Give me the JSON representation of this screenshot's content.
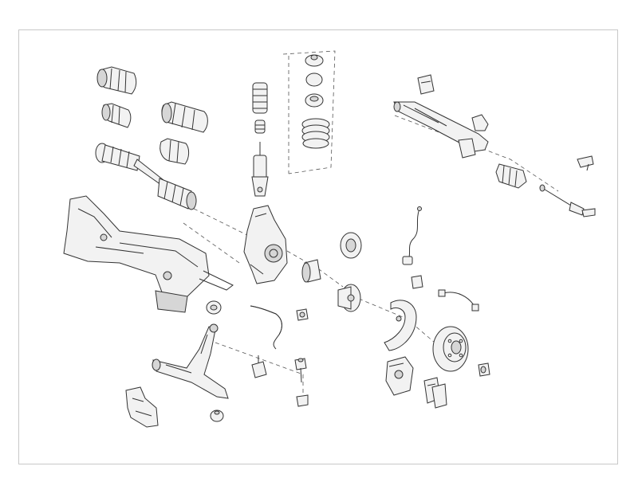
{
  "diagram": {
    "parts": [
      "cv-boot-large",
      "cv-boot-small",
      "cv-joint-boot-outer",
      "cv-joint-boot-inner",
      "drive-shaft",
      "subframe",
      "strut-bump-stop",
      "strut-dust-cover",
      "strut-top-mount",
      "strut-bearing",
      "coil-spring",
      "shock-absorber",
      "steering-knuckle",
      "wheel-bearing",
      "wheel-hub",
      "abs-sensor",
      "brake-hose",
      "brake-dust-shield",
      "brake-disc",
      "brake-caliper",
      "brake-pads",
      "control-arm",
      "control-arm-bushing",
      "stabilizer-bar",
      "stabilizer-bushing",
      "stabilizer-link",
      "ball-joint",
      "steering-rack",
      "rack-mount-bushing",
      "rack-boot",
      "tie-rod",
      "tie-rod-end",
      "engine-mount-bracket"
    ]
  }
}
